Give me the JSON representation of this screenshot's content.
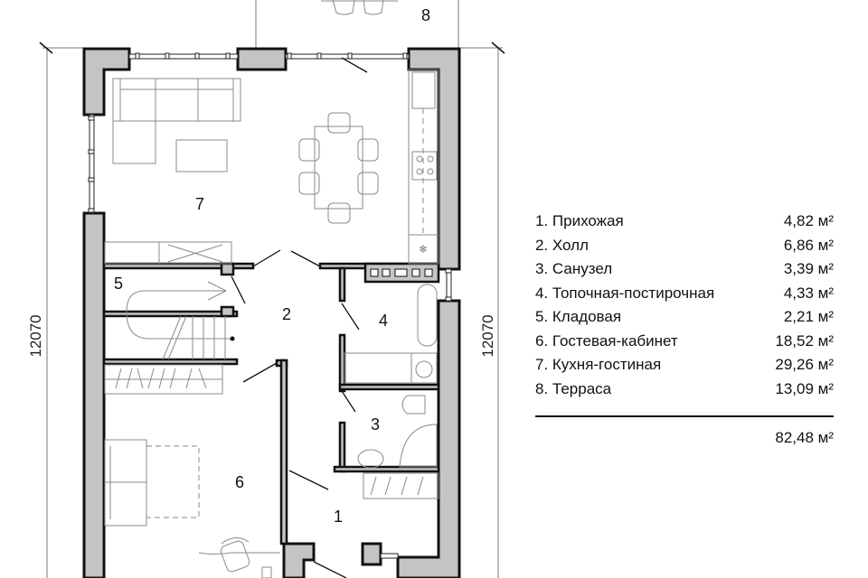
{
  "plan": {
    "dimension_left": "12070",
    "dimension_right": "12070",
    "rooms": [
      {
        "number": "1",
        "name": "Прихожая"
      },
      {
        "number": "2",
        "name": "Холл"
      },
      {
        "number": "3",
        "name": "Санузел"
      },
      {
        "number": "4",
        "name": "Топочная-постирочная"
      },
      {
        "number": "5",
        "name": "Кладовая"
      },
      {
        "number": "6",
        "name": "Гостевая-кабинет"
      },
      {
        "number": "7",
        "name": "Кухня-гостиная"
      },
      {
        "number": "8",
        "name": "Терраса"
      }
    ],
    "colors": {
      "wall_fill": "#c4c4c4",
      "wall_stroke": "#111111",
      "furniture": "#8a8a8a"
    }
  },
  "legend": {
    "items": [
      {
        "label": "1. Прихожая",
        "area": "4,82 м²"
      },
      {
        "label": "2. Холл",
        "area": "6,86 м²"
      },
      {
        "label": "3. Санузел",
        "area": "3,39 м²"
      },
      {
        "label": "4. Топочная-постирочная",
        "area": "4,33 м²"
      },
      {
        "label": "5. Кладовая",
        "area": "2,21 м²"
      },
      {
        "label": "6. Гостевая-кабинет",
        "area": "18,52 м²"
      },
      {
        "label": "7. Кухня-гостиная",
        "area": "29,26 м²"
      },
      {
        "label": "8. Терраса",
        "area": "13,09 м²"
      }
    ],
    "total": "82,48 м²"
  }
}
